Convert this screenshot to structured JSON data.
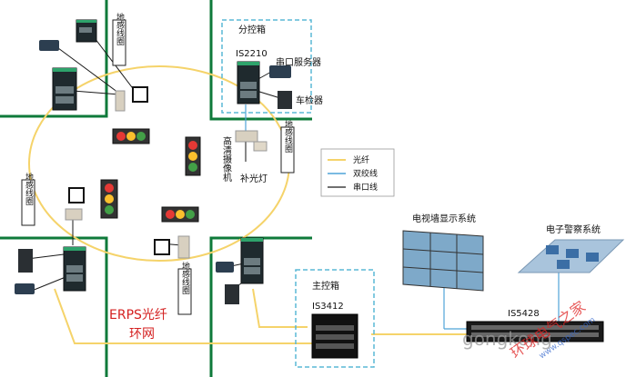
{
  "labels": {
    "sensing_coil": "地感线圈",
    "sub_box": "分控箱",
    "sub_switch": "IS2210",
    "serial_server": "串口服务器",
    "vehicle_detector": "车检器",
    "hd_camera": "高清摄像机",
    "fill_light": "补光灯",
    "main_box": "主控箱",
    "main_switch": "IS3412",
    "core_switch": "IS5428",
    "erps_line1": "ERPS光纤",
    "erps_line2": "环网",
    "video_wall": "电视墙显示系统",
    "police_system": "电子警察系统"
  },
  "legend": {
    "fiber": "光纤",
    "twisted_pair": "双绞线",
    "serial": "串口线"
  },
  "watermark": {
    "cn": "环球电气之家",
    "en": "www.qspec.com",
    "domain": "gongkong"
  },
  "colors": {
    "road": "#0e7a3a",
    "fiber": "#f5d36a",
    "twisted_pair": "#4fa3d8",
    "serial": "#1a1a1a",
    "dashed_box": "#5ab8d6",
    "erps_text": "#d42020",
    "watermark_red": "#e02424",
    "watermark_blue": "#3366cc"
  }
}
